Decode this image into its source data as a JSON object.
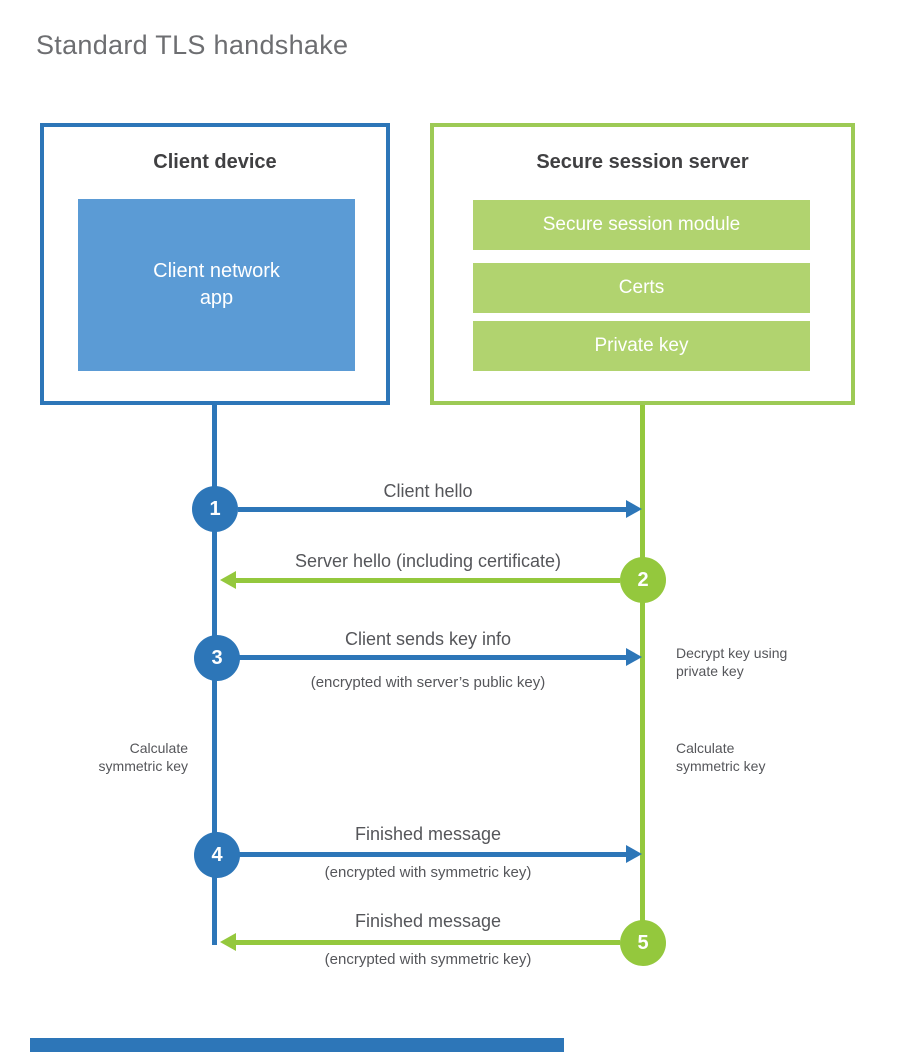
{
  "page": {
    "title": "Standard TLS handshake"
  },
  "colors": {
    "client_blue": "#2d76b8",
    "client_fill_blue": "#5b9bd5",
    "server_green": "#94c83d",
    "server_border_green": "#9dca55",
    "server_fill_green": "#b1d36f",
    "heading_text": "#404042",
    "label_text": "#55565a",
    "title_text": "#6d6e71"
  },
  "client": {
    "title": "Client device",
    "app_line1": "Client network",
    "app_line2": "app"
  },
  "server": {
    "title": "Secure session server",
    "modules": [
      "Secure session module",
      "Certs",
      "Private key"
    ]
  },
  "steps": [
    {
      "num": "1",
      "label": "Client hello",
      "direction": "right",
      "actor": "client"
    },
    {
      "num": "2",
      "label": "Server hello (including certificate)",
      "direction": "left",
      "actor": "server"
    },
    {
      "num": "3",
      "label": "Client sends key info",
      "sub": "(encrypted with server’s public key)",
      "direction": "right",
      "actor": "client"
    },
    {
      "num": "4",
      "label": "Finished message",
      "sub": "(encrypted with symmetric key)",
      "direction": "right",
      "actor": "client"
    },
    {
      "num": "5",
      "label": "Finished message",
      "sub": "(encrypted with symmetric key)",
      "direction": "left",
      "actor": "server"
    }
  ],
  "notes": {
    "decrypt": "Decrypt key using private key",
    "calculate_left": "Calculate symmetric key",
    "calculate_right": "Calculate symmetric key"
  }
}
